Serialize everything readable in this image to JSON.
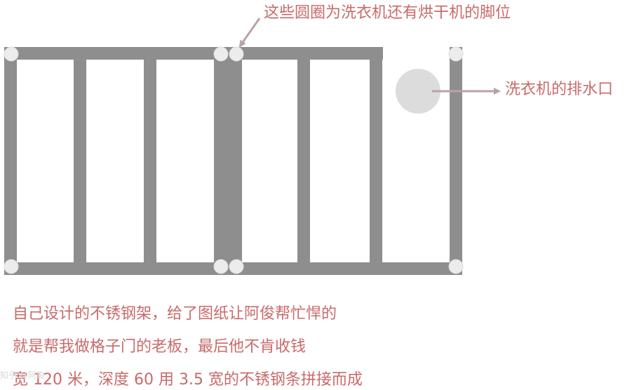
{
  "annotations": {
    "feet_label": "这些圆圈为洗衣机还有烘干机的脚位",
    "drain_label": "洗衣机的排水口"
  },
  "caption": {
    "lines": [
      "自己设计的不锈钢架，给了图纸让阿俊帮忙悍的",
      "就是帮我做格子门的老板，最后他不肯收钱",
      "宽 120 米，深度 60 用 3.5 宽的不锈钢条拼接而成"
    ]
  },
  "watermark": "知乎 @阿俊",
  "colors": {
    "frame": "#8e8e8e",
    "foot_circle": "#ececec",
    "drain_circle": "#dcdcdc",
    "text": "#c96a6a",
    "arrow": "#b8a3a8"
  }
}
